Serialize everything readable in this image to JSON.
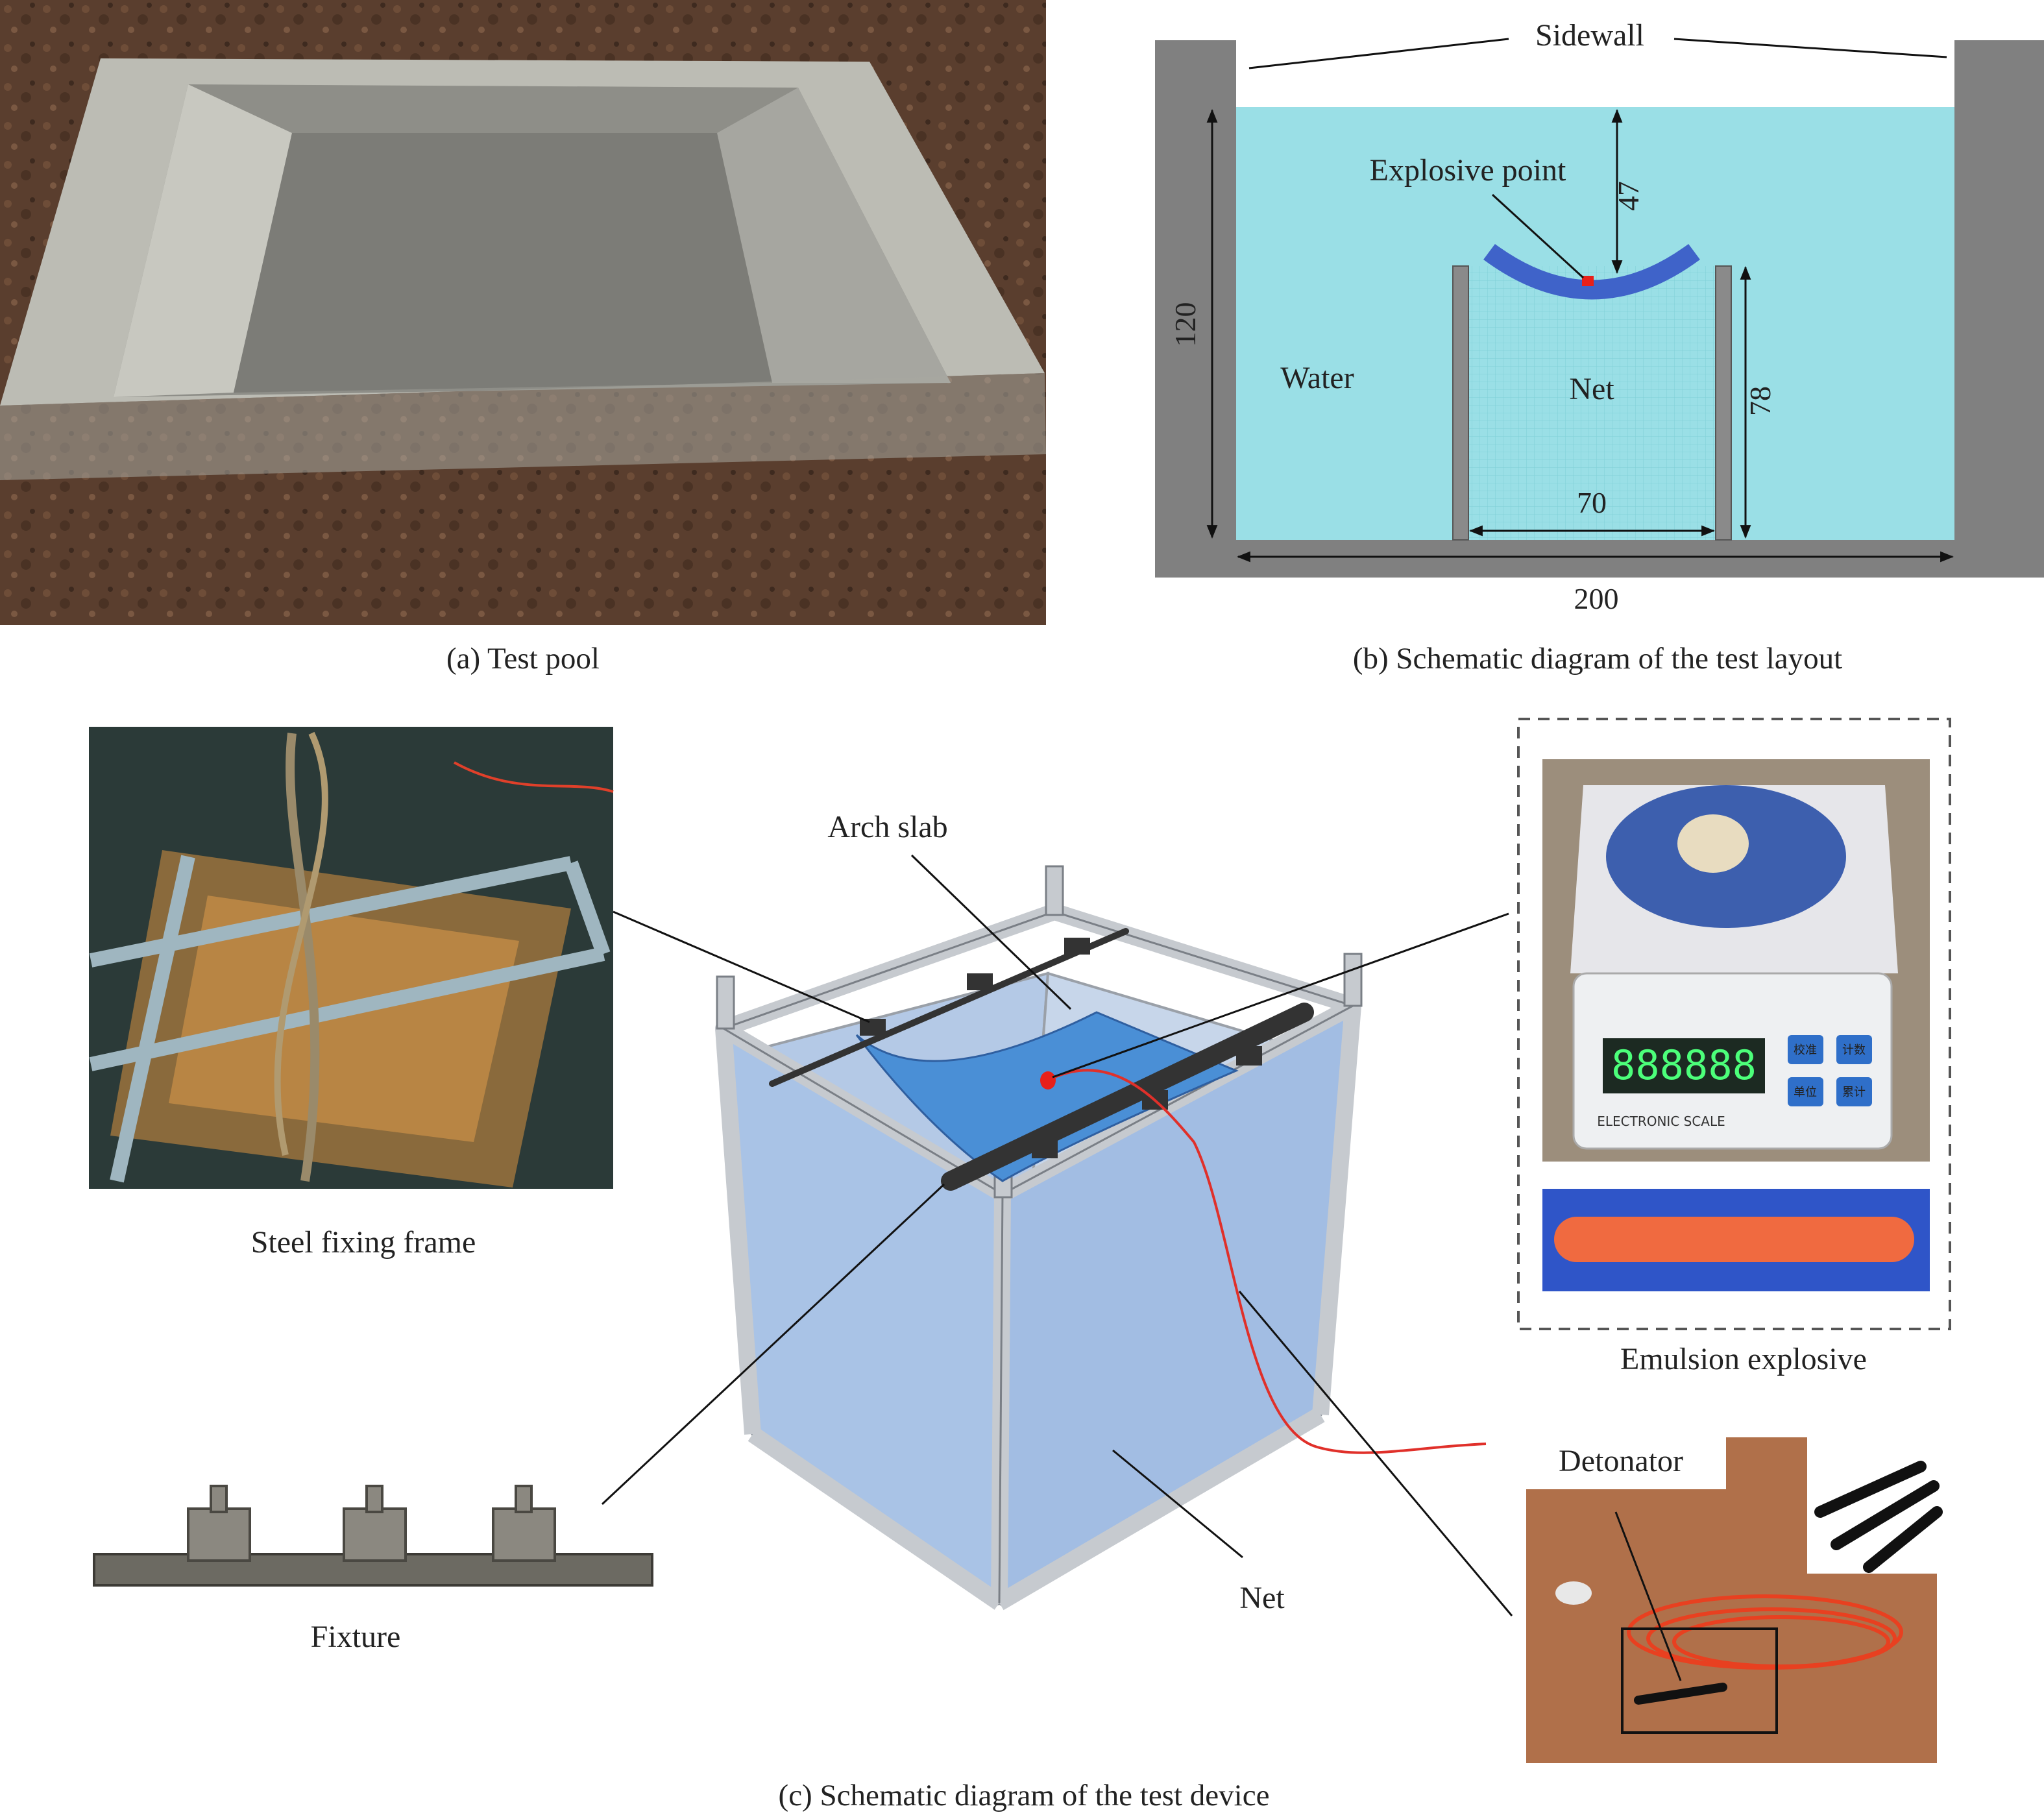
{
  "panels": {
    "a": {
      "caption": "(a) Test pool"
    },
    "b": {
      "caption": "(b) Schematic diagram of the test layout",
      "labels": {
        "sidewall": "Sidewall",
        "explosive_point": "Explosive point",
        "water": "Water",
        "net": "Net"
      },
      "dimensions": {
        "depth_to_charge": "47",
        "water_depth": "120",
        "net_height": "78",
        "net_width": "70",
        "pool_width": "200"
      }
    },
    "c": {
      "caption": "(c) Schematic diagram of the test device",
      "labels": {
        "arch_slab": "Arch slab",
        "steel_fixing_frame": "Steel fixing frame",
        "emulsion_explosive": "Emulsion explosive",
        "fixture": "Fixture",
        "detonator": "Detonator",
        "net": "Net"
      },
      "scale_display": {
        "reading": "888888",
        "brand": "ELECTRONIC SCALE",
        "buttons": [
          "校准",
          "计数",
          "单位",
          "累计"
        ]
      }
    }
  },
  "colors": {
    "water": "#9adfe6",
    "wall": "#808080",
    "arch_slab": "#3f63c9",
    "charge": "#e8201a",
    "net_frame": "#c6cacf",
    "net_panel": "#a9c3e6",
    "slab_blue": "#4a8fd6",
    "detonator_wire": "#e84020",
    "explosive_orange": "#f06a40"
  }
}
